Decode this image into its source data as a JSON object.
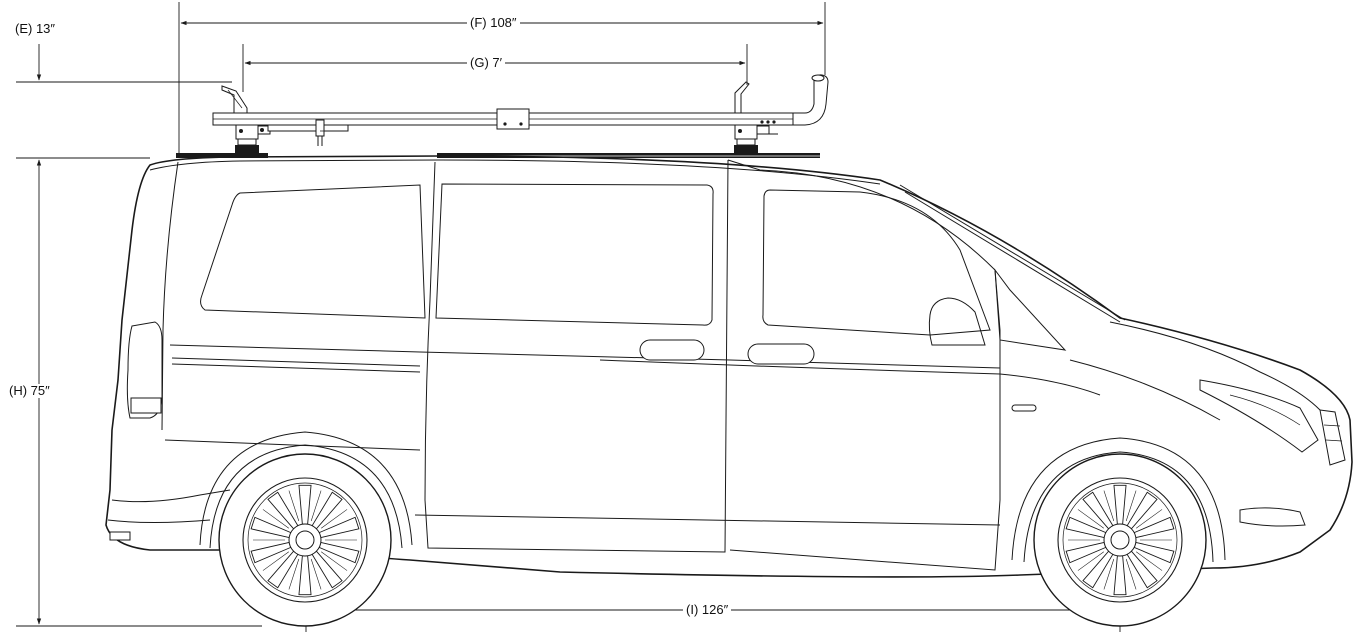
{
  "dimensions": {
    "e": {
      "label": "(E) 13″"
    },
    "f": {
      "label": "(F) 108″"
    },
    "g": {
      "label": "(G) 7′"
    },
    "h": {
      "label": "(H) 75″"
    },
    "i": {
      "label": "(I) 126″"
    }
  }
}
